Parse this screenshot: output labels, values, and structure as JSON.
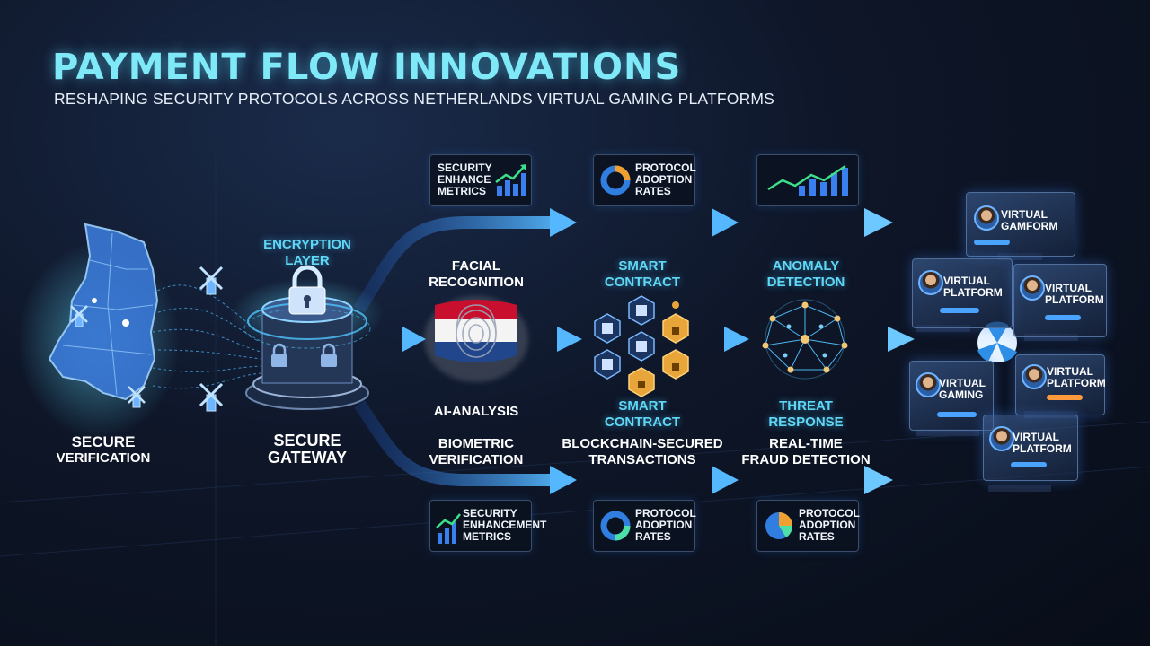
{
  "header": {
    "title": "PAYMENT FLOW INNOVATIONS",
    "subtitle": "RESHAPING SECURITY PROTOCOLS ACROSS NETHERLANDS VIRTUAL GAMING PLATFORMS"
  },
  "left": {
    "verification_label_line1": "SECURE",
    "verification_label_line2": "VERIFICATION"
  },
  "gateway": {
    "encryption_line1": "ENCRYPTION",
    "encryption_line2": "LAYER",
    "label_line1": "SECURE",
    "label_line2": "GATEWAY"
  },
  "stages": {
    "facial_line1": "FACIAL",
    "facial_line2": "RECOGNITION",
    "ai_analysis": "AI-ANALYSIS",
    "biometric_line1": "BIOMETRIC",
    "biometric_line2": "VERIFICATION",
    "smart_top_line1": "SMART",
    "smart_top_line2": "CONTRACT",
    "smart_bottom_line1": "SMART",
    "smart_bottom_line2": "CONTRACT",
    "blockchain_line1": "BLOCKCHAIN-SECURED",
    "blockchain_line2": "TRANSACTIONS",
    "anomaly_line1": "ANOMALY",
    "anomaly_line2": "DETECTION",
    "threat_line1": "THREAT",
    "threat_line2": "RESPONSE",
    "fraud_line1": "REAL-TIME",
    "fraud_line2": "FRAUD DETECTION"
  },
  "metrics_top": [
    {
      "line1": "SECURITY",
      "line2": "ENHANCE",
      "line3": "METRICS"
    },
    {
      "line1": "PROTOCOL",
      "line2": "ADOPTION",
      "line3": "RATES"
    },
    {
      "line1": "",
      "line2": "",
      "line3": ""
    }
  ],
  "metrics_bottom": [
    {
      "line1": "SECURITY",
      "line2": "ENHANCEMENT",
      "line3": "METRICS"
    },
    {
      "line1": "PROTOCOL",
      "line2": "ADOPTION",
      "line3": "RATES"
    },
    {
      "line1": "PROTOCOL",
      "line2": "ADOPTION",
      "line3": "RATES"
    }
  ],
  "platforms": [
    {
      "line1": "VIRTUAL",
      "line2": "GAMFORM"
    },
    {
      "line1": "VIRTUAL",
      "line2": "PLATFORM"
    },
    {
      "line1": "VIRTUAL",
      "line2": "PLATFORM"
    },
    {
      "line1": "VIRTUAL",
      "line2": "PLATFORM"
    },
    {
      "line1": "VIRTUAL",
      "line2": "GAMING"
    },
    {
      "line1": "VIRTUAL",
      "line2": "PLATFORM"
    }
  ],
  "colors": {
    "accent": "#5fd8f5",
    "arrow": "#3f9bff",
    "flag_red": "#c8102e",
    "flag_blue": "#21468b",
    "hex_orange": "#f0a030"
  }
}
